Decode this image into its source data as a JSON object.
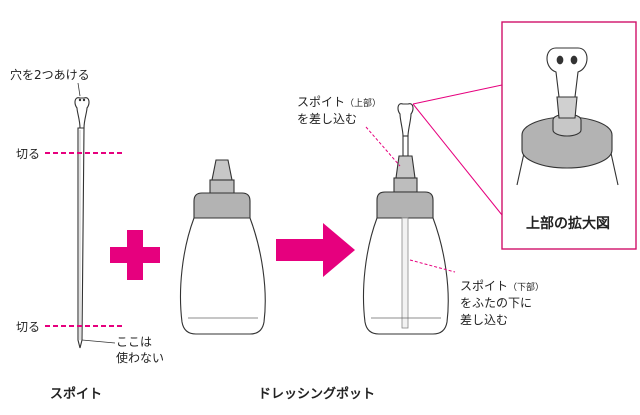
{
  "labels": {
    "pipette_caption": "スポイト",
    "pot_caption": "ドレッシングポット",
    "make_holes": "穴を2つあける",
    "cut_top": "切る",
    "cut_bottom": "切る",
    "unused_1": "ここは",
    "unused_2": "使わない",
    "top_insert_1a": "スポイト",
    "top_insert_1b": "（上部）",
    "top_insert_2": "を差し込む",
    "bottom_insert_1a": "スポイト",
    "bottom_insert_1b": "（下部）",
    "bottom_insert_2": "をふたの下に",
    "bottom_insert_3": "差し込む",
    "zoom_caption": "上部の拡大図"
  },
  "colors": {
    "accent": "#e6007e",
    "stroke": "#333333",
    "cap_fill": "#b8b8b8",
    "frame": "#d0106a"
  }
}
